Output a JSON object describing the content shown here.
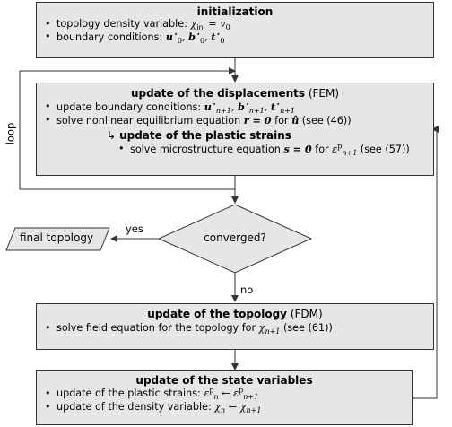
{
  "boxes": {
    "init": {
      "title": "initialization",
      "rows": [
        {
          "text": "topology density variable: ",
          "math": "χ",
          "sub": "ini",
          "rest": " = v",
          "rest_sub": "0"
        },
        {
          "text": "boundary conditions: ",
          "math": "u",
          "sup": "⋆",
          "sub": "0",
          "b": "b",
          "t": "t"
        }
      ]
    },
    "disp": {
      "title": "update of the displacements",
      "title_suffix": " (FEM)",
      "row1_text": "update boundary conditions: ",
      "row2_text": "solve nonlinear equilibrium equation ",
      "row2_eq": "r = 0",
      "row2_mid": " for ",
      "row2_var": "û",
      "row2_ref": " (see (46))",
      "sub_arrow": "↳",
      "sub_title": "update of the plastic strains",
      "sub_row_text": "solve microstructure equation ",
      "sub_row_eq": "s = 0",
      "sub_row_mid": " for ",
      "sub_row_ref": " (see (57))"
    },
    "topo": {
      "title": "update of the topology",
      "title_suffix": " (FDM)",
      "row_text": "solve field equation for the topology for ",
      "row_ref": " (see (61))"
    },
    "state": {
      "title": "update of the state variables",
      "row1_text": "update of the plastic strains: ",
      "row2_text": "update of the density variable: "
    }
  },
  "decision": {
    "label": "converged?"
  },
  "output": {
    "label": "final topology"
  },
  "edges": {
    "yes": "yes",
    "no": "no",
    "loop": "loop"
  }
}
